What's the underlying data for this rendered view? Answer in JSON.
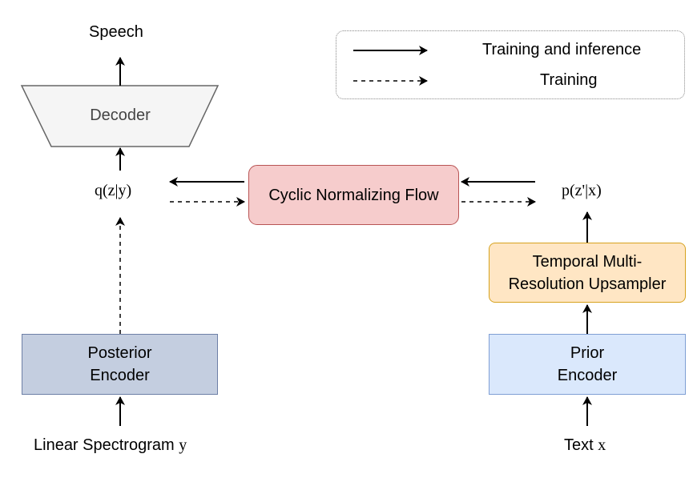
{
  "outputs": {
    "speech": "Speech"
  },
  "decoder": {
    "label": "Decoder"
  },
  "latents": {
    "posterior": "q(z|y)",
    "prior": "p(z'|x)"
  },
  "flow": {
    "label": "Cyclic Normalizing Flow"
  },
  "upsampler": {
    "line1": "Temporal Multi-",
    "line2": "Resolution Upsampler"
  },
  "posterior_encoder": {
    "line1": "Posterior",
    "line2": "Encoder"
  },
  "prior_encoder": {
    "line1": "Prior",
    "line2": "Encoder"
  },
  "inputs": {
    "linear_text": "Linear Spectrogram",
    "linear_var": "y",
    "text_text": "Text",
    "text_var": "x"
  },
  "legend": {
    "solid": "Training and inference",
    "dashed": "Training"
  },
  "colors": {
    "flow_fill": "#f6cccc",
    "posterior_fill": "#c4cee0",
    "prior_fill": "#dae8fc",
    "upsampler_fill": "#ffe6c4",
    "decoder_fill": "#f5f5f5"
  }
}
